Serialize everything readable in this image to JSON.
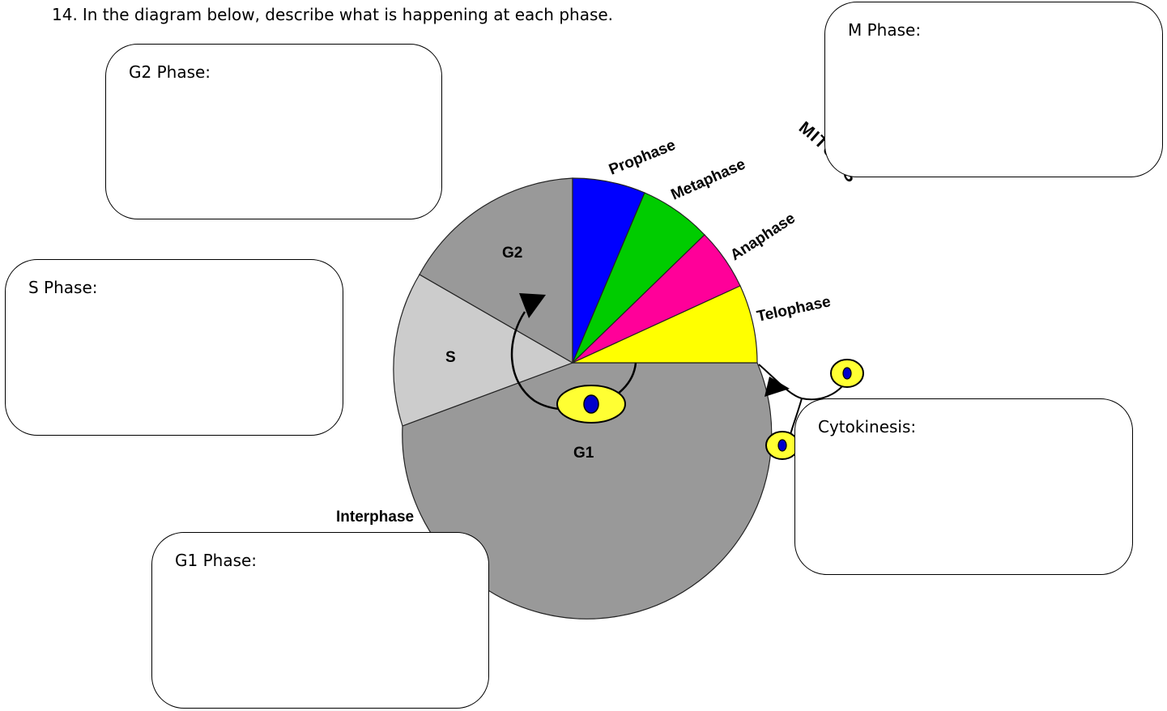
{
  "question": {
    "number": "14.",
    "text": "In the diagram below, describe what is happening at each phase."
  },
  "cycle": {
    "interphase_label": "Interphase",
    "mitosis_label": "MITOSIS",
    "sectors": [
      {
        "id": "g1",
        "label": "G1",
        "color": "#999999"
      },
      {
        "id": "s",
        "label": "S",
        "color": "#cccccc"
      },
      {
        "id": "g2",
        "label": "G2",
        "color": "#999999"
      },
      {
        "id": "prophase",
        "label": "Prophase",
        "color": "#0000ff"
      },
      {
        "id": "metaphase",
        "label": "Metaphase",
        "color": "#00cc00"
      },
      {
        "id": "anaphase",
        "label": "Anaphase",
        "color": "#ff0099"
      },
      {
        "id": "telophase",
        "label": "Telophase",
        "color": "#ffff00"
      }
    ],
    "cell_colors": {
      "body": "#ffff33",
      "nucleus": "#0000cc"
    }
  },
  "boxes": {
    "g2": {
      "label": "G2 Phase:"
    },
    "m": {
      "label": "M Phase:"
    },
    "s": {
      "label": "S Phase:"
    },
    "cytokinesis": {
      "label": "Cytokinesis:"
    },
    "g1": {
      "label": "G1 Phase:"
    }
  }
}
